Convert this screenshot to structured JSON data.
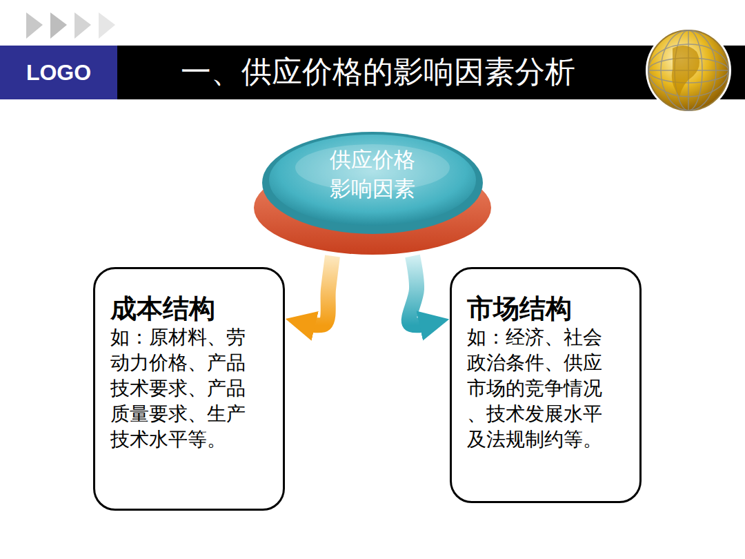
{
  "diagram": {
    "title": "一、供应价格的影响因素分析",
    "nodes": [
      {
        "text": [
          "供应价格 影响因素"
        ]
      },
      {
        "text": [
          "成本结构",
          "如：原材料、劳 动力价格、产品 技术要求、产品 质量要求、生产 技术水平等。"
        ]
      },
      {
        "text": [
          "市场结构",
          "如：经济、社会 政治条件、供应 市场的竞争情况 、技术发展水平 及法规制约等。"
        ]
      }
    ],
    "edges": [
      {
        "from": 0,
        "to": 1,
        "arrow": "to"
      },
      {
        "from": 0,
        "to": 2,
        "arrow": "to"
      }
    ],
    "labels": [
      "LOGO"
    ]
  }
}
